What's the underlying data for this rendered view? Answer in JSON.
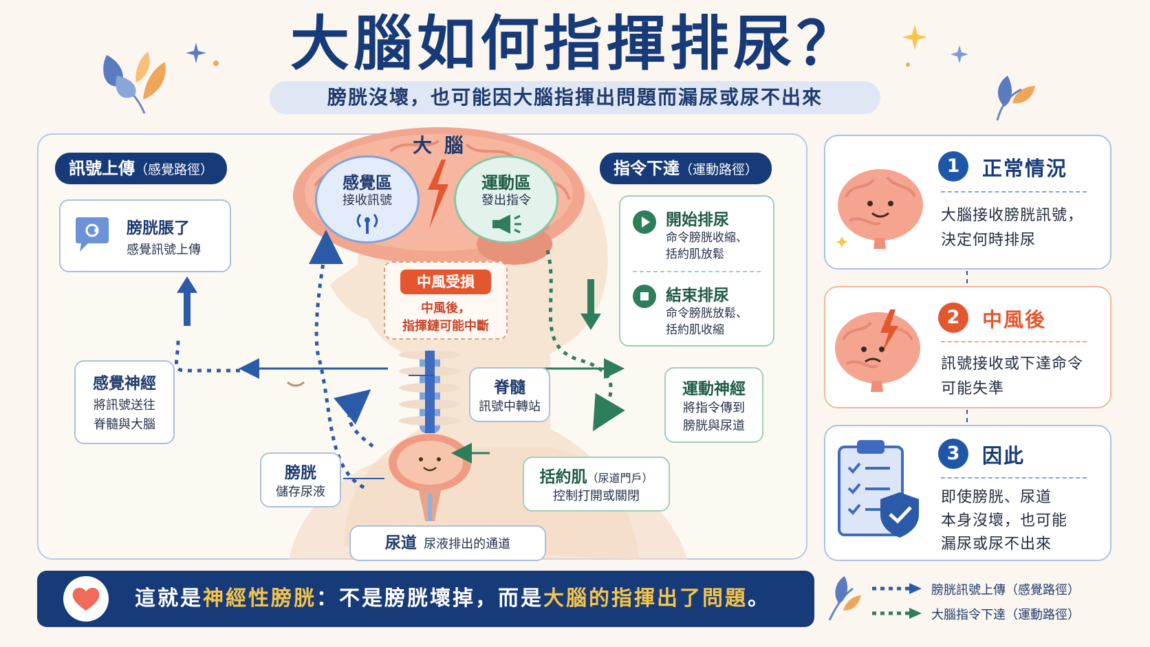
{
  "title": "大腦如何指揮排尿？",
  "subtitle": "膀胱沒壞，也可能因大腦指揮出問題而漏尿或尿不出來",
  "colors": {
    "navy": "#173a78",
    "sensory_blue": "#2a5aa8",
    "motor_green": "#2e7d5b",
    "stroke_red": "#e4572e",
    "highlight_yellow": "#f6c54a",
    "cream": "#fbf6ef"
  },
  "sensory_path": {
    "heading": "訊號上傳",
    "heading_sub": "（感覺路徑）",
    "bladder_full": {
      "icon": "speech-bubble-icon",
      "title": "膀胱脹了",
      "desc": "感覺訊號上傳"
    },
    "sensory_nerve": {
      "title": "感覺神經",
      "line1": "將訊號送往",
      "line2": "脊髓與大腦"
    }
  },
  "brain": {
    "label": "大 腦",
    "sensory_area": {
      "title": "感覺區",
      "desc": "接收訊號",
      "icon": "antenna-signal-icon"
    },
    "motor_area": {
      "title": "運動區",
      "desc": "發出指令",
      "icon": "megaphone-icon"
    },
    "lightning_icon": "lightning-icon"
  },
  "stroke_damage": {
    "tag": "中風受損",
    "line1": "中風後，",
    "line2": "指揮鏈可能中斷"
  },
  "spinal_cord": {
    "title": "脊髓",
    "desc": "訊號中轉站"
  },
  "bladder": {
    "title": "膀胱",
    "desc": "儲存尿液"
  },
  "sphincter": {
    "title": "括約肌",
    "title_sub": "（尿道門戶）",
    "desc": "控制打開或關閉"
  },
  "urethra": {
    "title": "尿道",
    "desc": "尿液排出的通道"
  },
  "motor_path": {
    "heading": "指令下達",
    "heading_sub": "（運動路徑）",
    "start": {
      "icon": "play-icon",
      "title": "開始排尿",
      "line1": "命令膀胱收縮、",
      "line2": "括約肌放鬆"
    },
    "stop": {
      "icon": "stop-icon",
      "title": "結束排尿",
      "line1": "命令膀胱放鬆、",
      "line2": "括約肌收縮"
    },
    "motor_nerve": {
      "title": "運動神經",
      "line1": "將指令傳到",
      "line2": "膀胱與尿道"
    }
  },
  "side_cards": [
    {
      "number": "1",
      "title": "正常情況",
      "lines": [
        "大腦接收膀胱訊號，",
        "決定何時排尿"
      ],
      "icon": "happy-brain-icon"
    },
    {
      "number": "2",
      "title": "中風後",
      "lines": [
        "訊號接收或下達命令",
        "可能失準"
      ],
      "icon": "sad-brain-icon"
    },
    {
      "number": "3",
      "title": "因此",
      "lines": [
        "即使膀胱、尿道",
        "本身沒壞，也可能",
        "漏尿或尿不出來"
      ],
      "icon": "clipboard-shield-icon"
    }
  ],
  "banner": {
    "icon": "heart-icon",
    "part1": "這就是",
    "part2": "神經性膀胱",
    "part3": "：不是膀胱壞掉，而是",
    "part4": "大腦的指揮出了問題",
    "part5": "。"
  },
  "legend": [
    {
      "label": "膀胱訊號上傳（感覺路徑）",
      "color": "#2a5aa8"
    },
    {
      "label": "大腦指令下達（運動路徑）",
      "color": "#2e7d5b"
    }
  ]
}
